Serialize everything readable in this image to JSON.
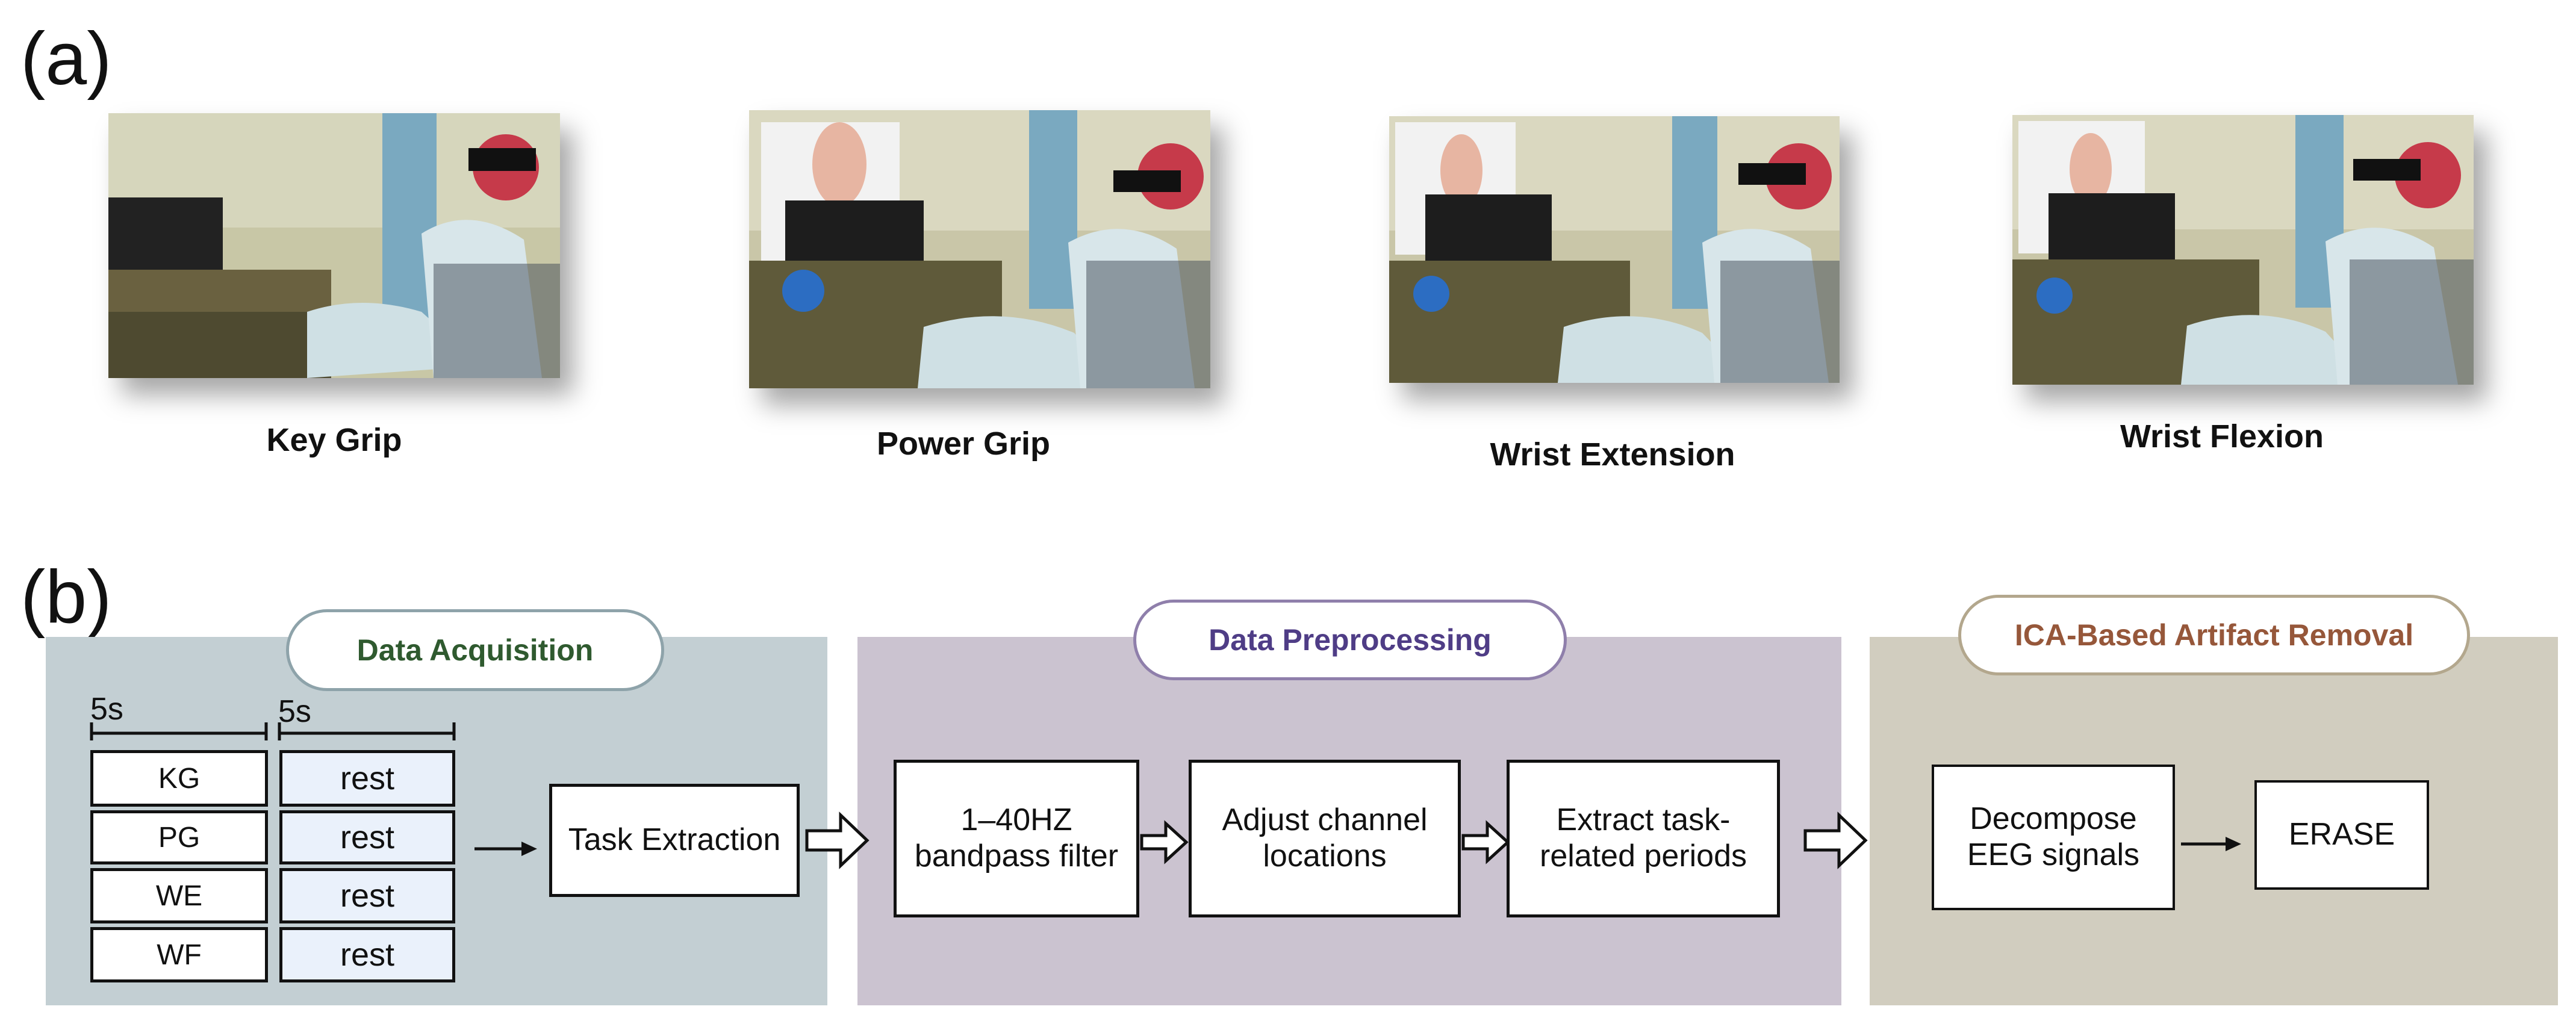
{
  "panel_a": {
    "label": "(a)",
    "photos": [
      {
        "caption": "Key Grip"
      },
      {
        "caption": "Power Grip"
      },
      {
        "caption": "Wrist Extension"
      },
      {
        "caption": "Wrist Flexion"
      }
    ]
  },
  "panel_b": {
    "label": "(b)",
    "acquisition": {
      "title": "Data Acquisition",
      "title_color": "#2f5a2f",
      "bg": "#c3cfd3",
      "timing_task": "5s",
      "timing_rest": "5s",
      "tasks": [
        "KG",
        "PG",
        "WE",
        "WF"
      ],
      "rest_label": "rest",
      "extraction": "Task Extraction"
    },
    "preprocessing": {
      "title": "Data Preprocessing",
      "title_color": "#4f3d86",
      "bg": "#cbc3d0",
      "steps": [
        "1–40HZ\nbandpass filter",
        "Adjust channel\nlocations",
        "Extract task-\nrelated periods"
      ]
    },
    "ica": {
      "title": "ICA-Based Artifact Removal",
      "title_color": "#96573a",
      "bg": "#d1cdbf",
      "steps": [
        "Decompose\nEEG signals",
        "ERASE"
      ]
    }
  }
}
